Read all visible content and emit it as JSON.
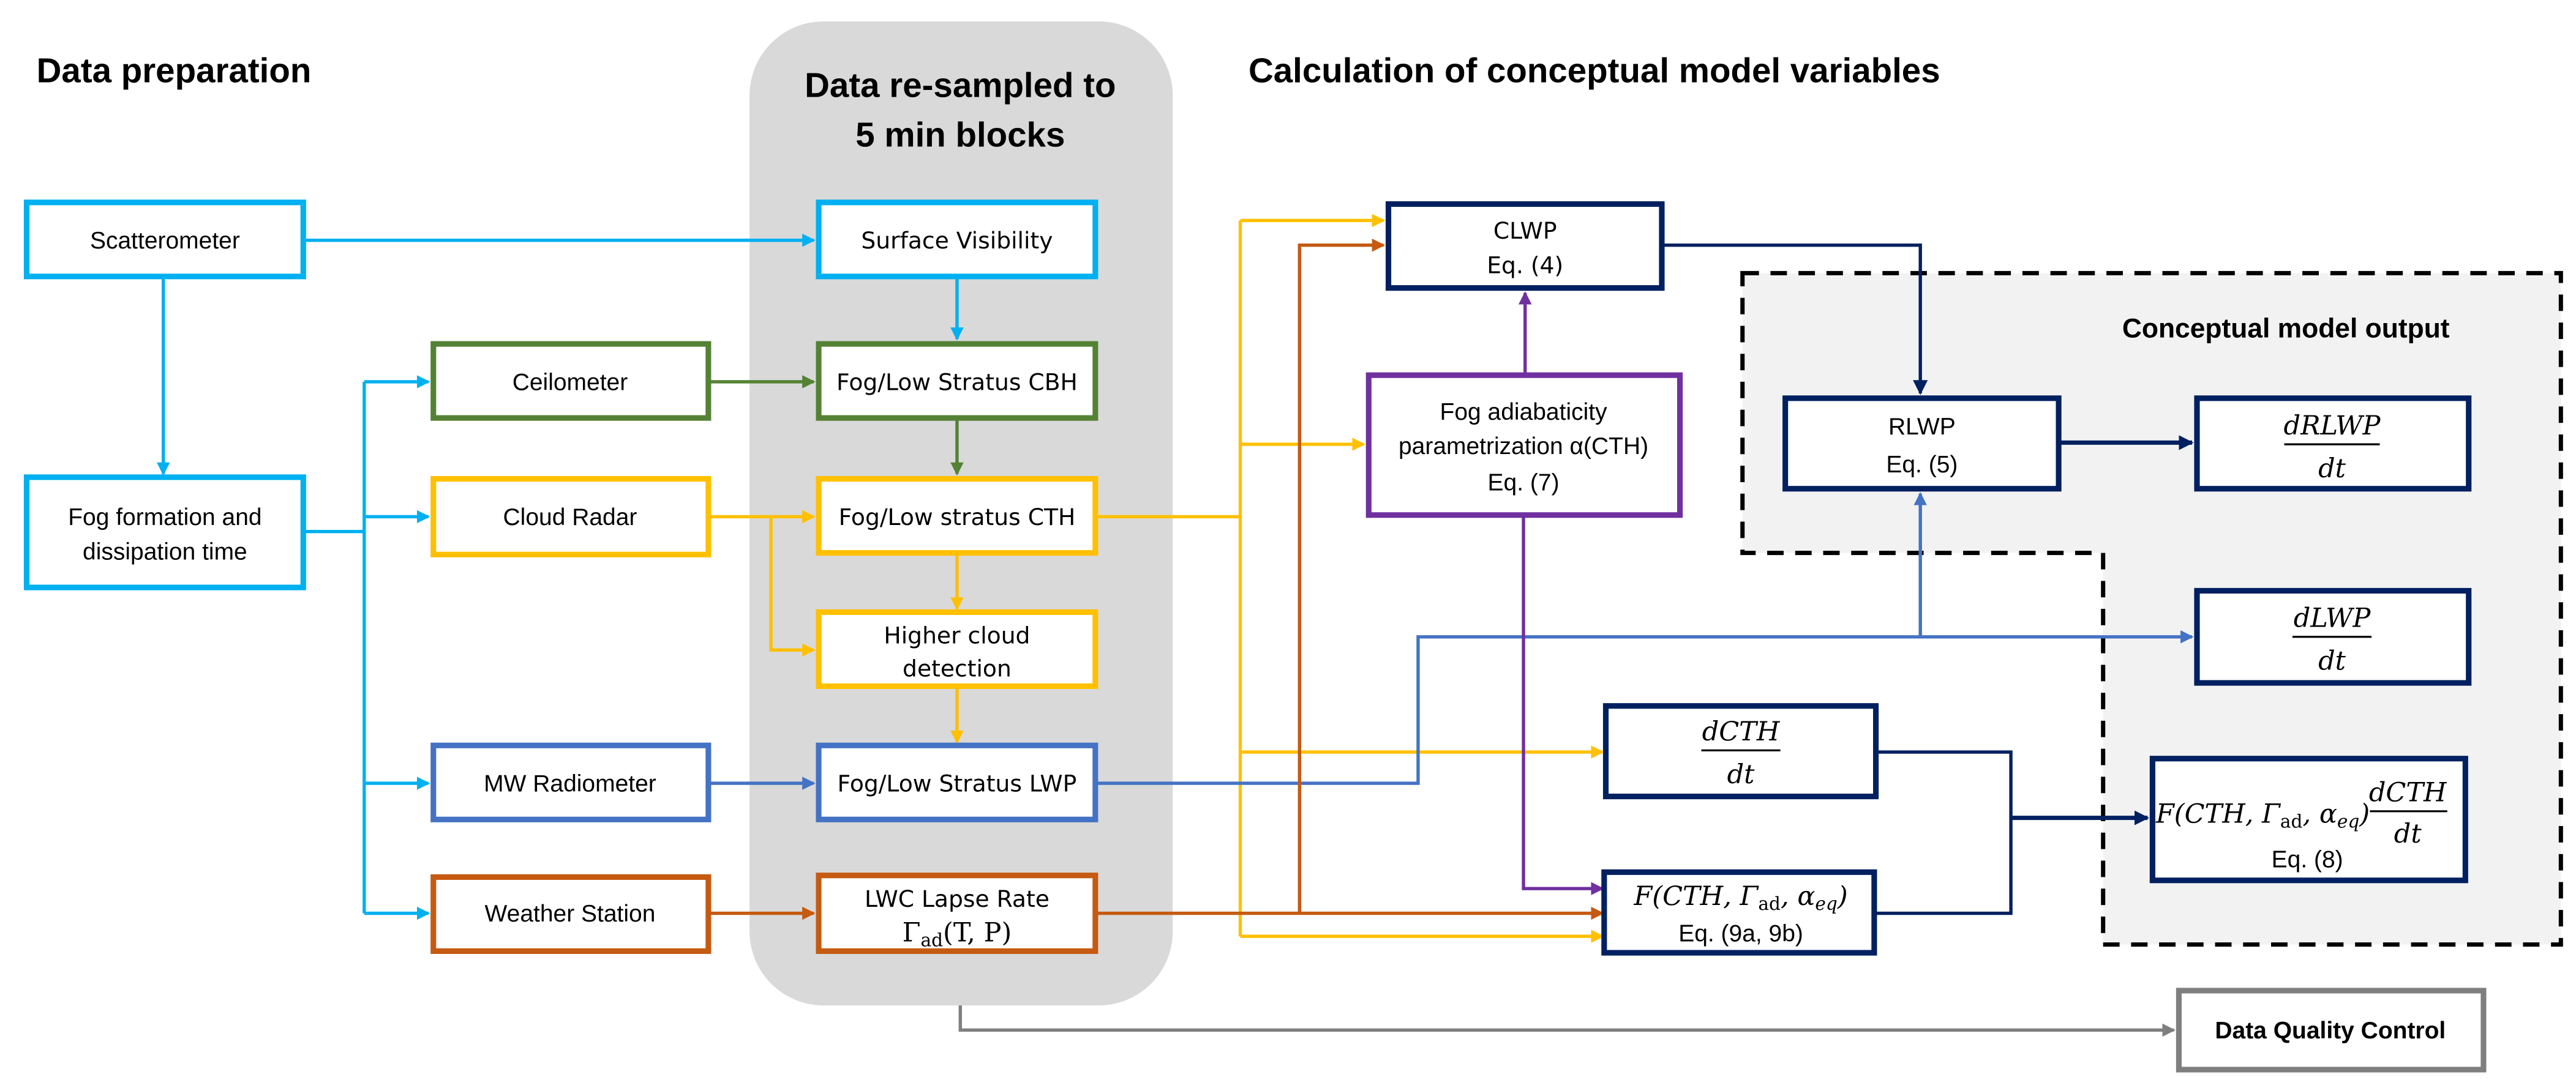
{
  "sections": {
    "data_preparation": "Data preparation",
    "resampled_line1": "Data re-sampled to",
    "resampled_line2": "5 min blocks",
    "calculation": "Calculation of conceptual model variables",
    "output": "Conceptual model output"
  },
  "colors": {
    "light_blue": "#00B0F0",
    "green": "#548235",
    "yellow": "#FFC000",
    "medium_blue": "#4472C4",
    "orange": "#C55A11",
    "navy": "#002060",
    "purple": "#7030A0",
    "gray": "#7F7F7F",
    "panel_gray": "#D9D9D9",
    "output_panel": "#F2F2F2"
  },
  "instruments": {
    "scatterometer": "Scatterometer",
    "fog_time_line1": "Fog formation and",
    "fog_time_line2": "dissipation time",
    "ceilometer": "Ceilometer",
    "cloud_radar": "Cloud Radar",
    "mw_radiometer": "MW Radiometer",
    "weather_station": "Weather Station"
  },
  "resampled": {
    "surface_visibility": "Surface Visibility",
    "cbh": "Fog/Low Stratus CBH",
    "cth": "Fog/Low stratus CTH",
    "higher_cloud_line1": "Higher cloud",
    "higher_cloud_line2": "detection",
    "lwp": "Fog/Low Stratus LWP",
    "lapse_line1": "LWC Lapse Rate",
    "lapse_gamma": "Γ",
    "lapse_sub": "ad",
    "lapse_args": "(T, P)"
  },
  "calc": {
    "clwp": "CLWP",
    "clwp_eq": "Eq. (4)",
    "adiab_line1": "Fog adiabaticity",
    "adiab_line2": "parametrization α(CTH)",
    "adiab_eq": "Eq. (7)",
    "dcth_num": "dCTH",
    "dcth_den": "dt",
    "f_open": "F(CTH, Γ",
    "f_sub_ad": "ad",
    "f_alpha": ", α",
    "f_sub_eq": "eq",
    "f_close": ")",
    "f_eq": "Eq. (9a, 9b)"
  },
  "outputs": {
    "rlwp": "RLWP",
    "rlwp_eq": "Eq. (5)",
    "drlwp_num": "dRLWP",
    "drlwp_den": "dt",
    "dlwp_num": "dLWP",
    "dlwp_den": "dt",
    "fdcth_num": "dCTH",
    "fdcth_den": "dt",
    "fdcth_eq": "Eq. (8)"
  },
  "quality": {
    "label": "Data Quality Control"
  }
}
